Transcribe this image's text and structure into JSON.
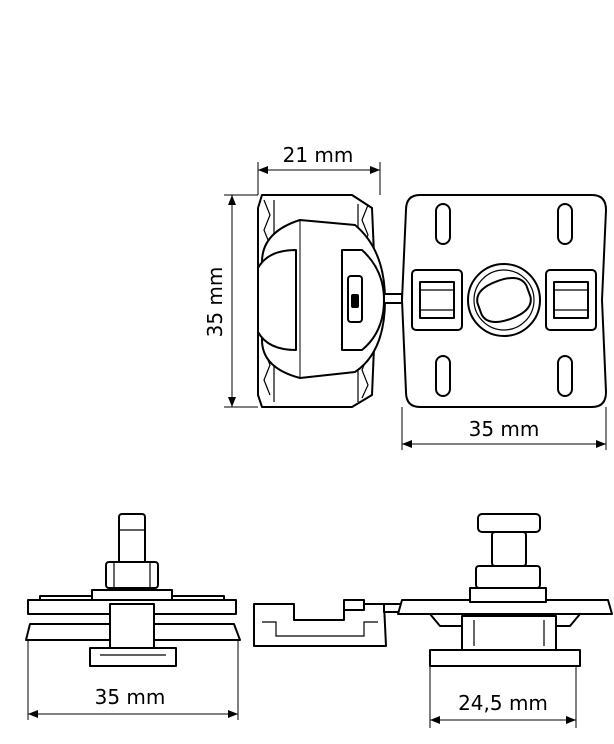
{
  "dimensions": {
    "side_width": "21 mm",
    "side_height": "35 mm",
    "top_width": "35 mm",
    "front_width": "35 mm",
    "rear_width": "24,5 mm"
  }
}
